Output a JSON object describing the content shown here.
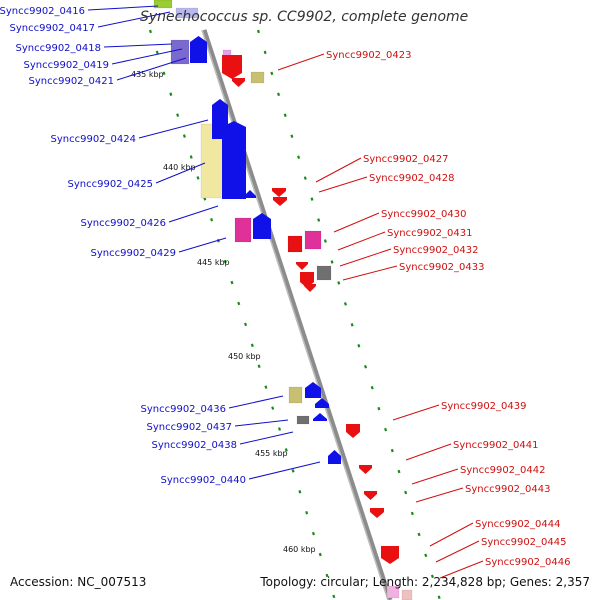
{
  "title": "Synechococcus sp. CC9902, complete genome",
  "footer": {
    "accession": "Accession: NC_007513",
    "summary": "Topology: circular; Length: 2,234,828 bp; Genes: 2,357"
  },
  "colors": {
    "backbone": "#8c8c8c",
    "tick": "#1a8a1a",
    "forward_label": "#1010c8",
    "reverse_label": "#d01010"
  },
  "scale_marks": [
    "435 kbp",
    "440 kbp",
    "445 kbp",
    "450 kbp",
    "455 kbp",
    "460 kbp"
  ],
  "forward_genes": [
    "Syncc9902_0416",
    "Syncc9902_0417",
    "Syncc9902_0418",
    "Syncc9902_0419",
    "Syncc9902_0421",
    "Syncc9902_0424",
    "Syncc9902_0425",
    "Syncc9902_0426",
    "Syncc9902_0429",
    "Syncc9902_0436",
    "Syncc9902_0437",
    "Syncc9902_0438",
    "Syncc9902_0440"
  ],
  "reverse_genes": [
    "Syncc9902_0423",
    "Syncc9902_0427",
    "Syncc9902_0428",
    "Syncc9902_0430",
    "Syncc9902_0431",
    "Syncc9902_0432",
    "Syncc9902_0433",
    "Syncc9902_0439",
    "Syncc9902_0441",
    "Syncc9902_0442",
    "Syncc9902_0443",
    "Syncc9902_0444",
    "Syncc9902_0445",
    "Syncc9902_0446"
  ]
}
